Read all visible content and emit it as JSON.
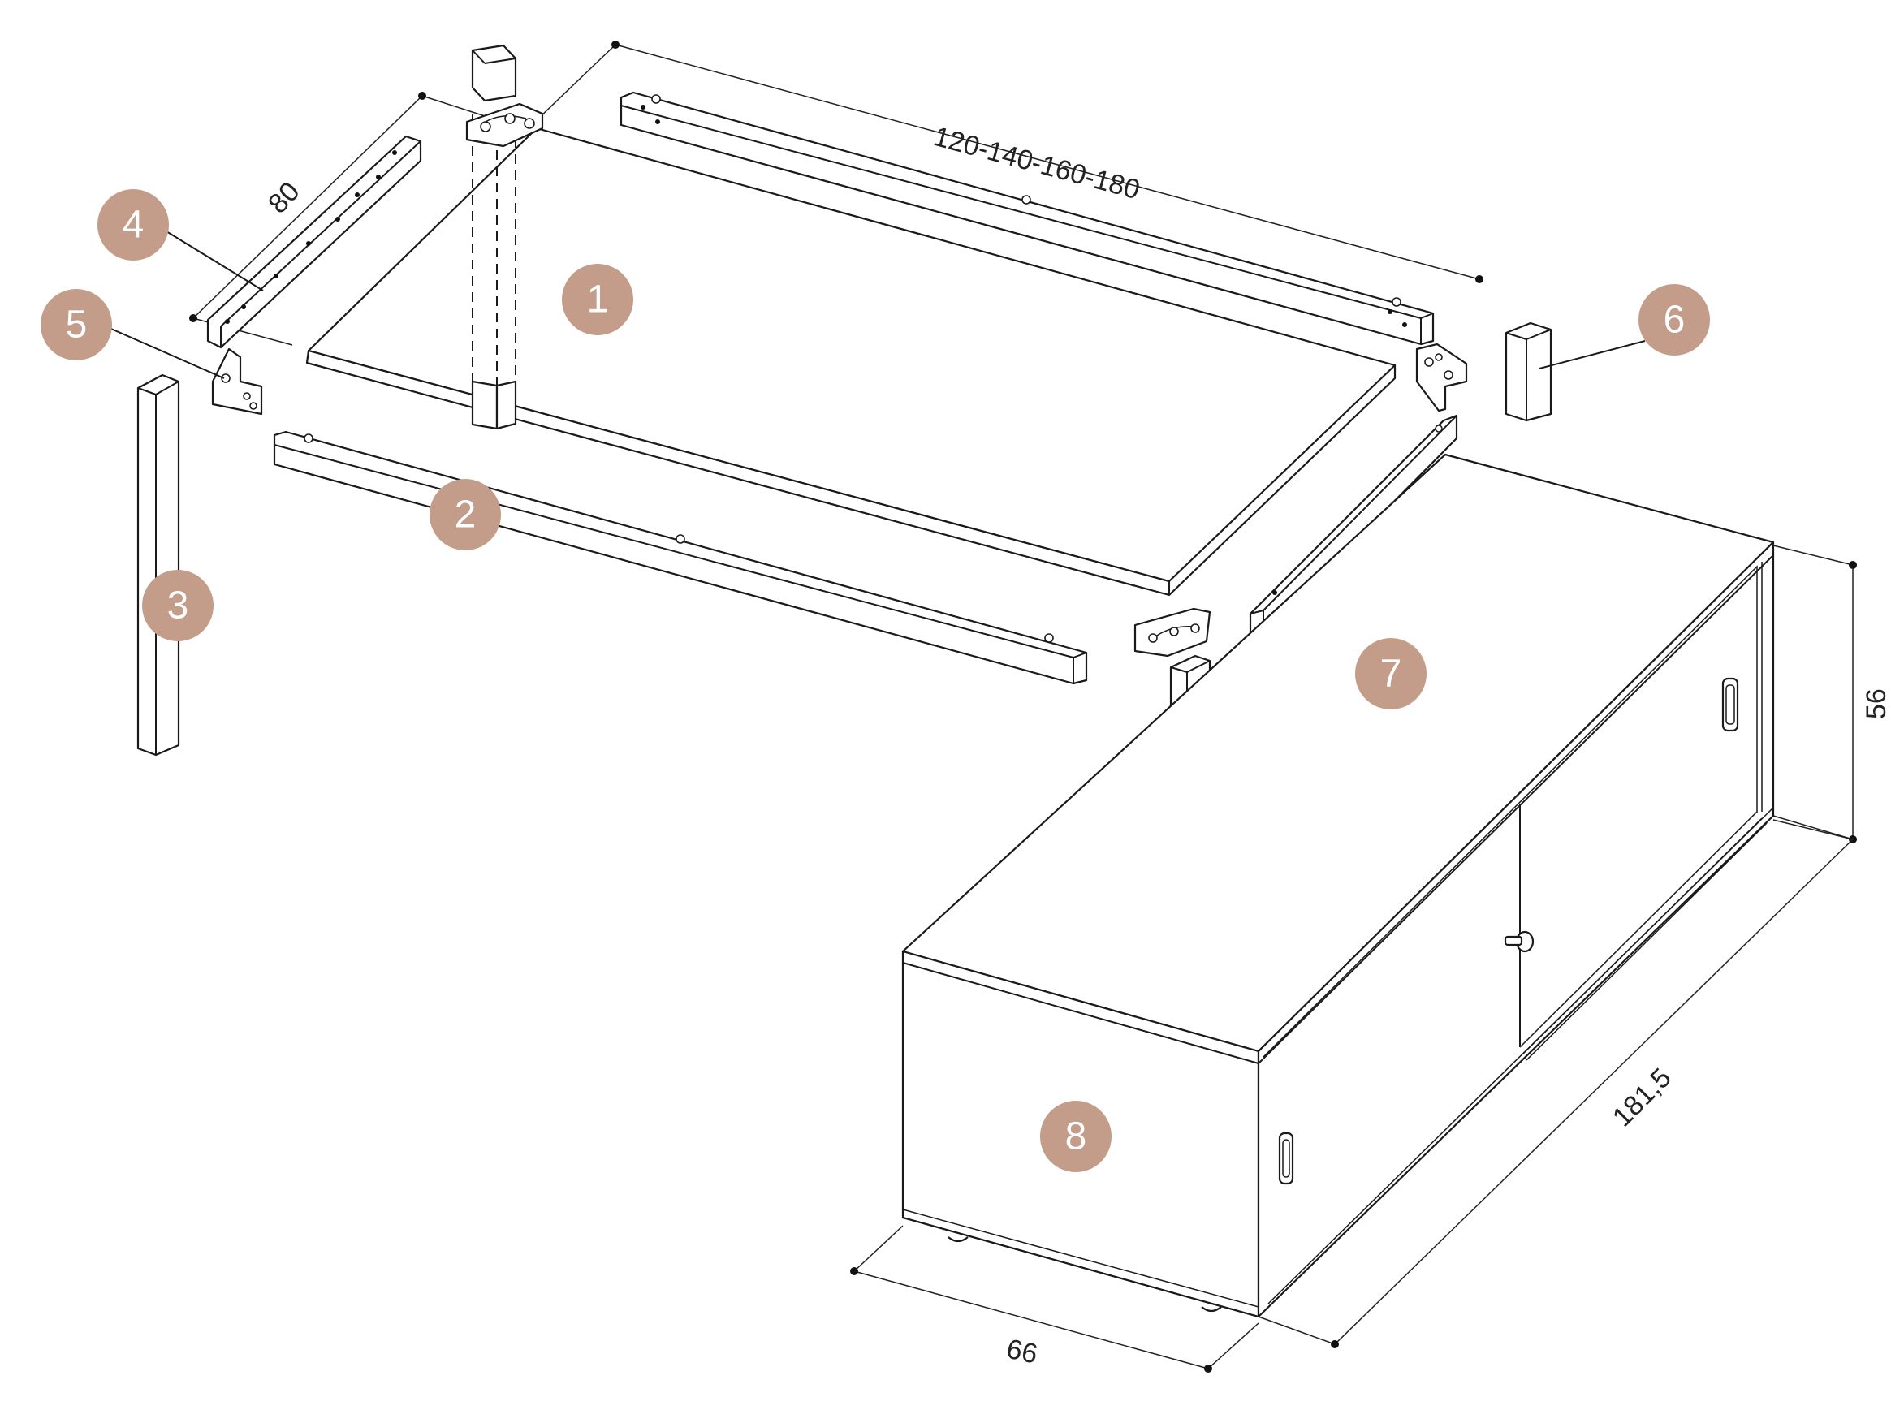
{
  "dimensions": {
    "length_label": "120-140-160-180",
    "depth_label": "80",
    "cabinet_height_label": "56",
    "cabinet_length_label": "181,5",
    "cabinet_depth_label": "66"
  },
  "callouts": [
    {
      "id": "1",
      "label": "1"
    },
    {
      "id": "2",
      "label": "2"
    },
    {
      "id": "3",
      "label": "3"
    },
    {
      "id": "4",
      "label": "4"
    },
    {
      "id": "5",
      "label": "5"
    },
    {
      "id": "6",
      "label": "6"
    },
    {
      "id": "7",
      "label": "7"
    },
    {
      "id": "8",
      "label": "8"
    }
  ],
  "colors": {
    "callout_fill": "#c39c8a",
    "callout_text": "#ffffff",
    "line": "#1a1a1a",
    "background": "#ffffff"
  }
}
